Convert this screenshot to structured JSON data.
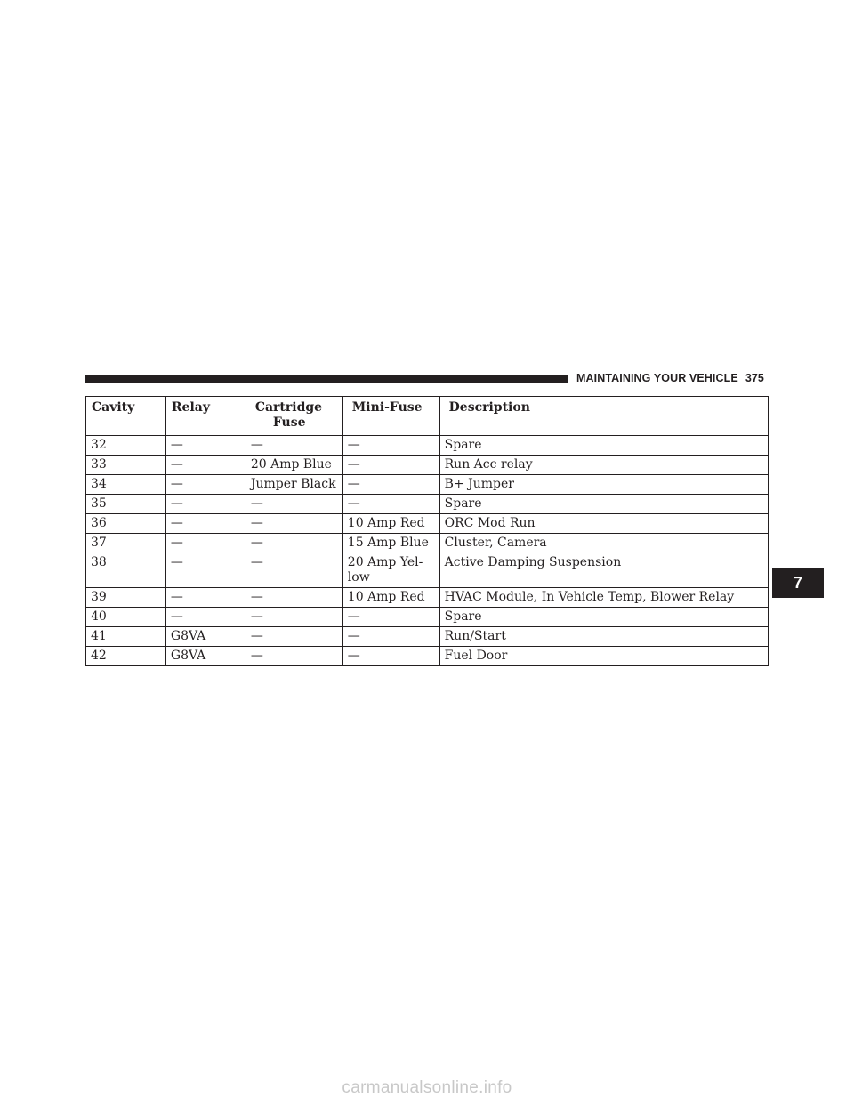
{
  "header": {
    "title": "MAINTAINING YOUR VEHICLE",
    "page_number": "375"
  },
  "chapter_tab": "7",
  "table": {
    "headers": {
      "cavity": "Cavity",
      "relay": "Relay",
      "cartridge_line1": "Cartridge",
      "cartridge_line2": "Fuse",
      "mini_fuse": "Mini-Fuse",
      "description": "Description"
    },
    "rows": [
      {
        "cavity": "32",
        "relay": "—",
        "cartridge": "—",
        "mini": "—",
        "mini_line2": "",
        "description": "Spare"
      },
      {
        "cavity": "33",
        "relay": "—",
        "cartridge": "20 Amp Blue",
        "mini": "—",
        "mini_line2": "",
        "description": "Run Acc relay"
      },
      {
        "cavity": "34",
        "relay": "—",
        "cartridge": "Jumper Black",
        "mini": "—",
        "mini_line2": "",
        "description": "B+ Jumper"
      },
      {
        "cavity": "35",
        "relay": "—",
        "cartridge": "—",
        "mini": "—",
        "mini_line2": "",
        "description": "Spare"
      },
      {
        "cavity": "36",
        "relay": "—",
        "cartridge": "—",
        "mini": "10 Amp Red",
        "mini_line2": "",
        "description": "ORC Mod Run"
      },
      {
        "cavity": "37",
        "relay": "—",
        "cartridge": "—",
        "mini": "15 Amp Blue",
        "mini_line2": "",
        "description": "Cluster, Camera"
      },
      {
        "cavity": "38",
        "relay": "—",
        "cartridge": "—",
        "mini": "20 Amp Yel-",
        "mini_line2": "low",
        "description": "Active Damping Suspension"
      },
      {
        "cavity": "39",
        "relay": "—",
        "cartridge": "—",
        "mini": "10 Amp Red",
        "mini_line2": "",
        "description": "HVAC Module, In Vehicle Temp, Blower Relay"
      },
      {
        "cavity": "40",
        "relay": "—",
        "cartridge": "—",
        "mini": "—",
        "mini_line2": "",
        "description": "Spare"
      },
      {
        "cavity": "41",
        "relay": "G8VA",
        "cartridge": "—",
        "mini": "—",
        "mini_line2": "",
        "description": "Run/Start"
      },
      {
        "cavity": "42",
        "relay": "G8VA",
        "cartridge": "—",
        "mini": "—",
        "mini_line2": "",
        "description": "Fuel Door"
      }
    ]
  },
  "watermark": "carmanualsonline.info"
}
